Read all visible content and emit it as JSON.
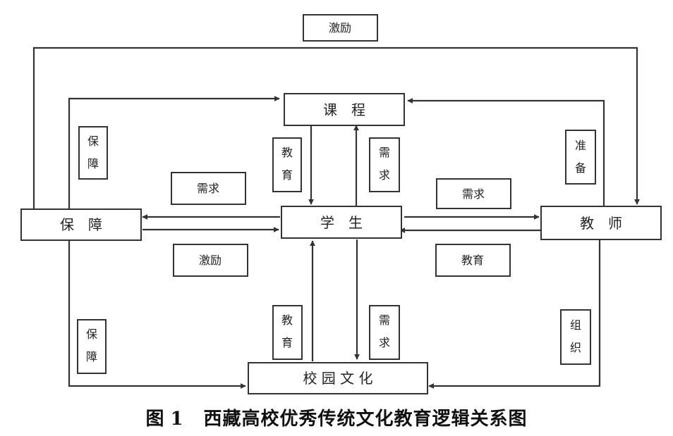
{
  "nodes": {
    "course": "课　程",
    "student": "学　生",
    "guarantee": "保　障",
    "teacher": "教　师",
    "campus_culture": "校 园 文 化"
  },
  "edge_labels": {
    "top_incentive": "激励",
    "left_upper_guarantee": [
      "保",
      "障"
    ],
    "left_lower_guarantee": [
      "保",
      "障"
    ],
    "prep": [
      "准",
      "备"
    ],
    "organize": [
      "组",
      "织"
    ],
    "edu_course_student": [
      "教",
      "育"
    ],
    "need_student_course": [
      "需",
      "求"
    ],
    "edu_culture_student": [
      "教",
      "育"
    ],
    "need_student_culture": [
      "需",
      "求"
    ],
    "need_left": "需求",
    "incentive_left": "激励",
    "need_right": "需求",
    "edu_right": "教育"
  },
  "caption": {
    "label": "图",
    "number": "1",
    "title": "西藏高校优秀传统文化教育逻辑关系图"
  }
}
